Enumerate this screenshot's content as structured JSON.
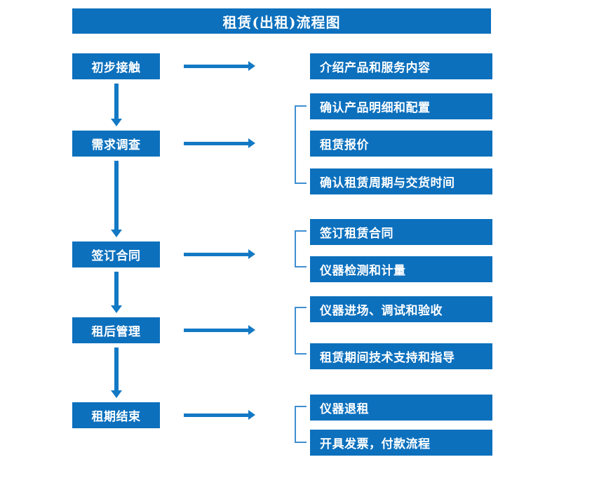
{
  "diagram": {
    "title": "租赁(出租)流程图",
    "colors": {
      "box_fill": "#0c70bd",
      "box_text": "#ffffff",
      "arrow": "#1379c4",
      "bracket": "#3f8fd0",
      "background": "#ffffff"
    },
    "stages": [
      {
        "id": "stage-1",
        "label": "初步接触"
      },
      {
        "id": "stage-2",
        "label": "需求调查"
      },
      {
        "id": "stage-3",
        "label": "签订合同"
      },
      {
        "id": "stage-4",
        "label": "租后管理"
      },
      {
        "id": "stage-5",
        "label": "租期结束"
      }
    ],
    "details": [
      {
        "id": "detail-1",
        "label": "介绍产品和服务内容",
        "stage": "stage-1"
      },
      {
        "id": "detail-2",
        "label": "确认产品明细和配置",
        "stage": "stage-2"
      },
      {
        "id": "detail-3",
        "label": "租赁报价",
        "stage": "stage-2"
      },
      {
        "id": "detail-4",
        "label": "确认租赁周期与交货时间",
        "stage": "stage-2"
      },
      {
        "id": "detail-5",
        "label": "签订租赁合同",
        "stage": "stage-3"
      },
      {
        "id": "detail-6",
        "label": "仪器检测和计量",
        "stage": "stage-3"
      },
      {
        "id": "detail-7",
        "label": "仪器进场、调试和验收",
        "stage": "stage-4"
      },
      {
        "id": "detail-8",
        "label": "租赁期间技术支持和指导",
        "stage": "stage-4"
      },
      {
        "id": "detail-9",
        "label": "仪器退租",
        "stage": "stage-5"
      },
      {
        "id": "detail-10",
        "label": "开具发票，付款流程",
        "stage": "stage-5"
      }
    ],
    "connectors": {
      "vertical_arrows": 4,
      "horizontal_arrows": 5,
      "brackets": 4
    }
  }
}
